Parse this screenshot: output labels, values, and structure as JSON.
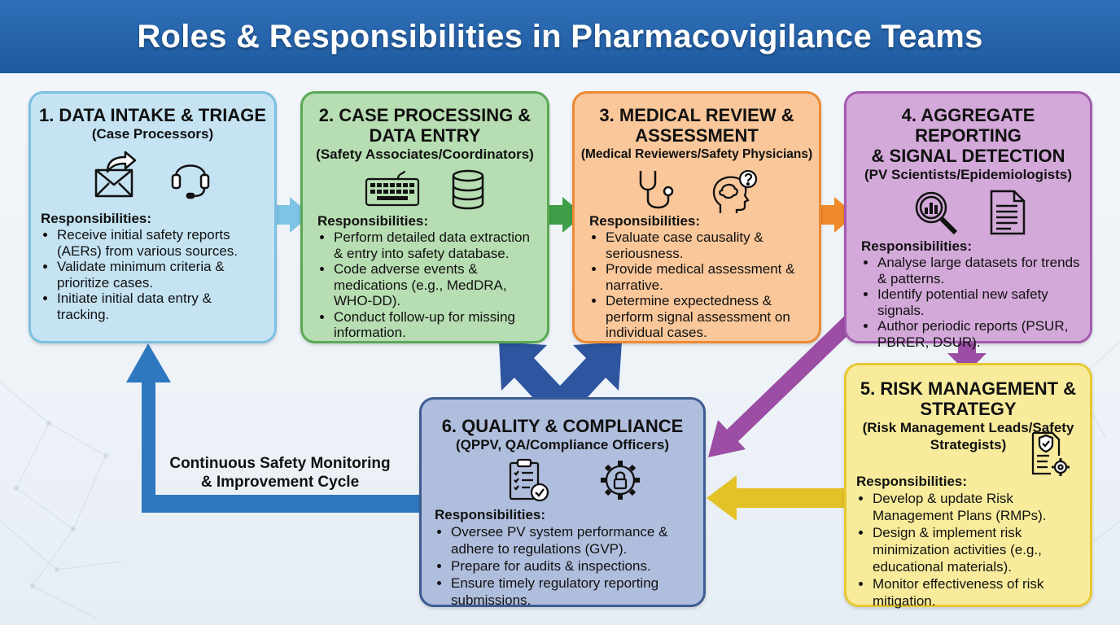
{
  "title": "Roles & Responsibilities in Pharmacovigilance Teams",
  "cycle_label_1": "Continuous Safety Monitoring",
  "cycle_label_2": "& Improvement Cycle",
  "responsibilities_label": "Responsibilities:",
  "boxes": [
    {
      "title1": "1. DATA INTAKE & TRIAGE",
      "title2": "",
      "role": "(Case Processors)",
      "icons": [
        "envelope-forward-icon",
        "headset-icon"
      ],
      "items": [
        "Receive initial safety reports (AERs) from various sources.",
        "Validate minimum criteria & prioritize cases.",
        "Initiate initial data entry & tracking."
      ],
      "color": "#c5e3f2"
    },
    {
      "title1": "2. CASE PROCESSING &",
      "title2": "DATA ENTRY",
      "role": "(Safety Associates/Coordinators)",
      "icons": [
        "keyboard-icon",
        "database-icon"
      ],
      "items": [
        "Perform detailed data extraction & entry into safety database.",
        "Code adverse events & medications (e.g., MedDRA, WHO-DD).",
        "Conduct follow-up for missing information."
      ],
      "color": "#b7ddb2"
    },
    {
      "title1": "3. MEDICAL REVIEW &",
      "title2": "ASSESSMENT",
      "role": "(Medical Reviewers/Safety Physicians)",
      "icons": [
        "stethoscope-icon",
        "head-brain-question-icon"
      ],
      "items": [
        "Evaluate case causality & seriousness.",
        "Provide medical assessment & narrative.",
        "Determine expectedness & perform signal assessment on individual cases."
      ],
      "color": "#f9c79a"
    },
    {
      "title1": "4. AGGREGATE REPORTING",
      "title2": "& SIGNAL DETECTION",
      "role": "(PV Scientists/Epidemiologists)",
      "icons": [
        "magnifier-chart-icon",
        "document-icon"
      ],
      "items": [
        "Analyse large datasets for trends & patterns.",
        "Identify potential new safety signals.",
        "Author periodic reports (PSUR, PBRER, DSUR)."
      ],
      "color": "#d3a9d9"
    },
    {
      "title1": "5. RISK MANAGEMENT &",
      "title2": "STRATEGY",
      "role1": "(Risk Management Leads/Safety",
      "role2": "Strategists)",
      "icons": [
        "shield-document-gear-icon"
      ],
      "items": [
        "Develop & update Risk Management Plans (RMPs).",
        "Design & implement risk minimization activities (e.g., educational materials).",
        "Monitor effectiveness of risk mitigation."
      ],
      "color": "#f8ec9c"
    },
    {
      "title1": "6. QUALITY & COMPLIANCE",
      "title2": "",
      "role": "(QPPV, QA/Compliance Officers)",
      "icons": [
        "clipboard-check-icon",
        "gear-lock-icon"
      ],
      "items": [
        "Oversee PV system performance & adhere to regulations (GVP).",
        "Prepare for audits & inspections.",
        "Ensure timely regulatory reporting submissions."
      ],
      "color": "#b0bedd"
    }
  ],
  "arrow_colors": {
    "a12": "#7fc3e6",
    "a23": "#3f9e48",
    "a34": "#f08a2a",
    "a45": "#9b4ea4",
    "a46": "#9b4ea4",
    "a56": "#e3c227",
    "a61": "#2f78c0",
    "a6up": "#2d55a0"
  }
}
